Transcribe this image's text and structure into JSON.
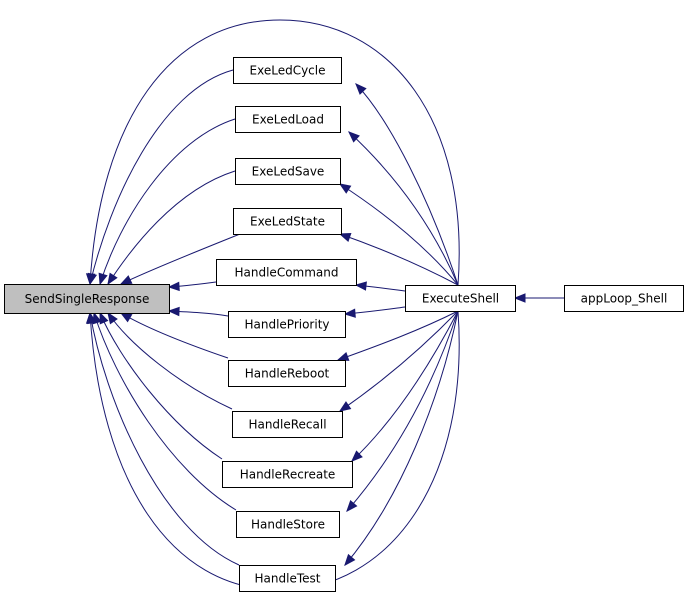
{
  "graph": {
    "edge_color": "#191970",
    "root_fill": "#bfbfbf",
    "nodes": {
      "send": "SendSingleResponse",
      "cycle": "ExeLedCycle",
      "load": "ExeLedLoad",
      "save": "ExeLedSave",
      "state": "ExeLedState",
      "command": "HandleCommand",
      "priority": "HandlePriority",
      "reboot": "HandleReboot",
      "recall": "HandleRecall",
      "recreate": "HandleRecreate",
      "store": "HandleStore",
      "test": "HandleTest",
      "shell": "ExecuteShell",
      "apploop": "appLoop_Shell"
    }
  }
}
